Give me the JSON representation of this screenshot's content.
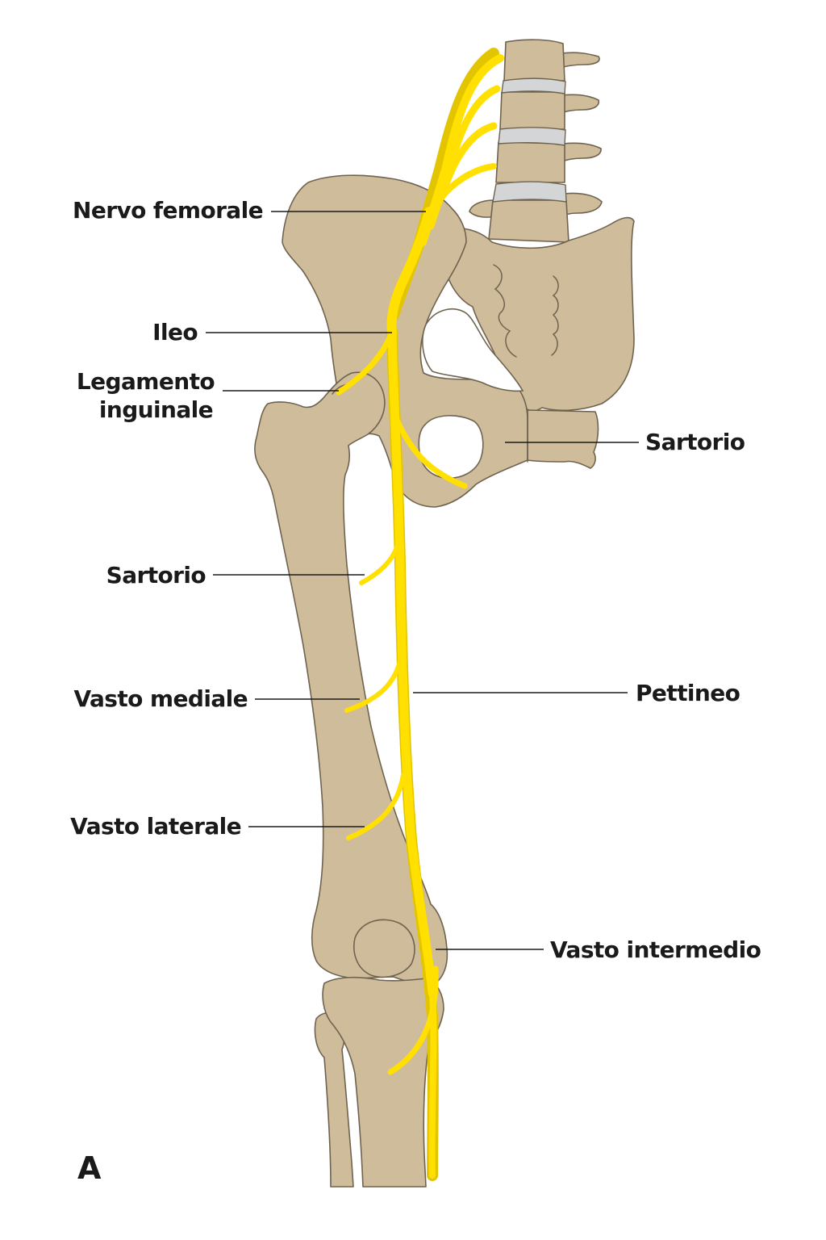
{
  "panel_letter": "A",
  "colors": {
    "bone": "#cfbc9b",
    "bone_outline": "#6f6350",
    "nerve": "#ffe000",
    "disc": "#d3d5d6",
    "text": "#1a1a1a"
  },
  "labels": {
    "nervo_femorale": "Nervo femorale",
    "ileo": "Ileo",
    "legamento_line1": "Legamento",
    "legamento_line2": "inguinale",
    "sartorio_right": "Sartorio",
    "sartorio_left": "Sartorio",
    "pettineo": "Pettineo",
    "vasto_mediale": "Vasto mediale",
    "vasto_laterale": "Vasto laterale",
    "vasto_intermedio": "Vasto intermedio"
  }
}
